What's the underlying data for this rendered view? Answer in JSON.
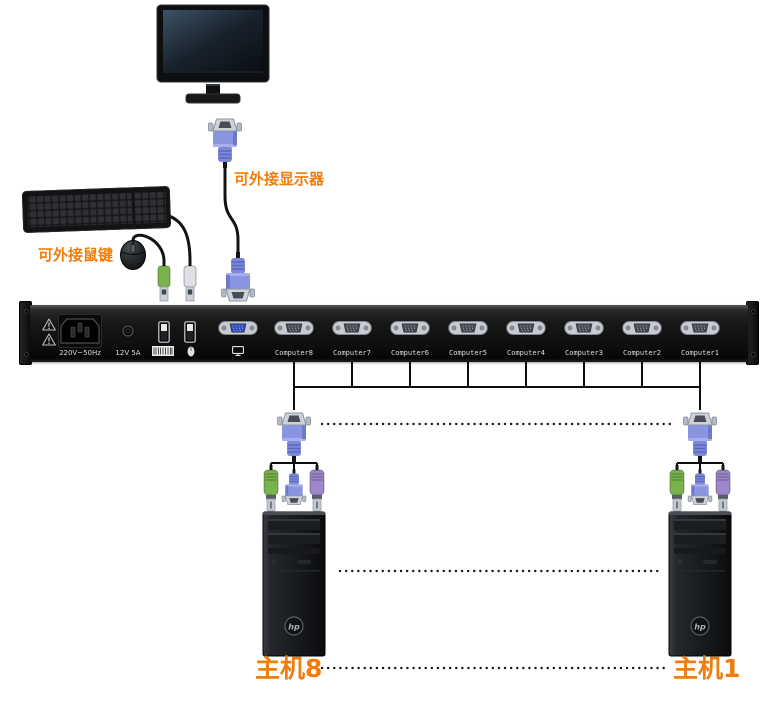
{
  "labels": {
    "external_display": "可外接显示器",
    "external_mouse_keyboard": "可外接鼠键",
    "host_left": "主机8",
    "host_right": "主机1"
  },
  "kvm_switch": {
    "power_label": "220V~50Hz",
    "dc_label": "12V 5A",
    "port_labels": [
      "Computer8",
      "Computer7",
      "Computer6",
      "Computer5",
      "Computer4",
      "Computer3",
      "Computer2",
      "Computer1"
    ]
  },
  "towers": {
    "logo_text": "hp"
  },
  "colors": {
    "label_orange": "#ee7d0c",
    "vga_blue": "#2f4cc4",
    "ps2_green": "#79b34c",
    "ps2_purple": "#9d86cc",
    "plug_gray": "#dde0e4"
  }
}
